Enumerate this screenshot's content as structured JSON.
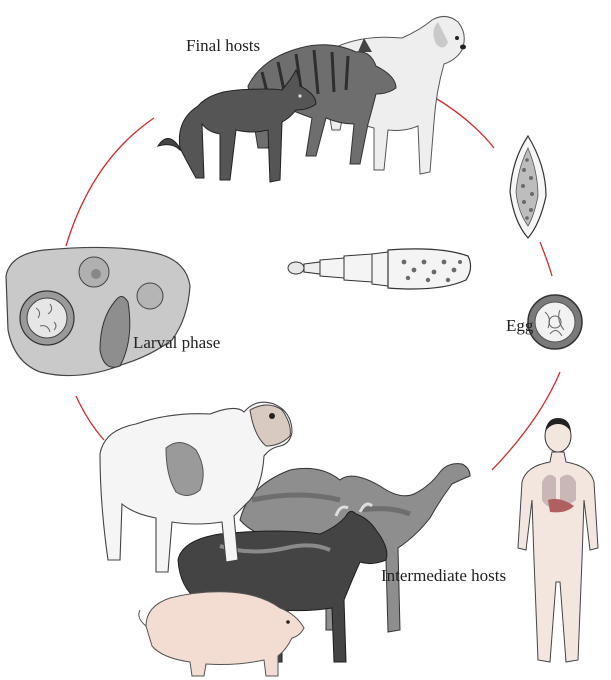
{
  "labels": {
    "final_hosts": "Final hosts",
    "larval_phase": "Larval phase",
    "egg": "Egg",
    "intermediate_hosts": "Intermediate hosts"
  },
  "icons": {
    "final_hosts_group": [
      "wolf-icon",
      "hyena-icon",
      "dog-icon"
    ],
    "intermediate_hosts_group": [
      "sheep-icon",
      "camel-icon",
      "cow-icon",
      "pig-icon"
    ],
    "human": "human-icon",
    "organ": "liver-cyst-icon",
    "adult_worm": "tapeworm-icon",
    "proglottid": "gravid-proglottid-icon",
    "egg": "egg-icon"
  },
  "colors": {
    "cycle_line": "#d42a2a",
    "body_gray": "#8a8a8a",
    "dark_gray": "#4a4a4a",
    "light_gray": "#d2d2d2",
    "pig_pink": "#f3ddd3",
    "human_organ": "#b06060"
  }
}
